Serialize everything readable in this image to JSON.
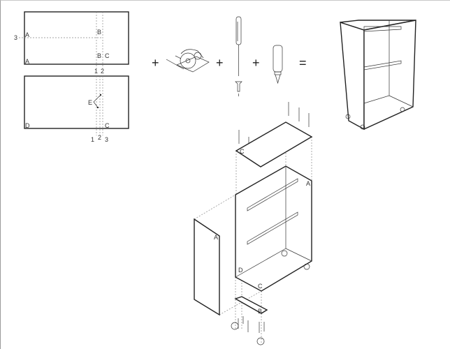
{
  "cut_plan": {
    "panel_top": {
      "labels": [
        "3",
        "A",
        "A",
        "B",
        "B",
        "C",
        "1",
        "2"
      ]
    },
    "panel_bottom": {
      "labels": [
        "E",
        "D",
        "C",
        "1",
        "2",
        "3"
      ]
    }
  },
  "equation": {
    "plus": "+",
    "equals": "="
  },
  "tools": [
    "circular-saw",
    "screwdriver",
    "screw",
    "glue-bottle"
  ],
  "exploded": {
    "labels": {
      "top_c": "C",
      "back_a": "A",
      "side_a": "A",
      "d": "D",
      "bottom_c": "C",
      "plate_b": "B"
    }
  }
}
